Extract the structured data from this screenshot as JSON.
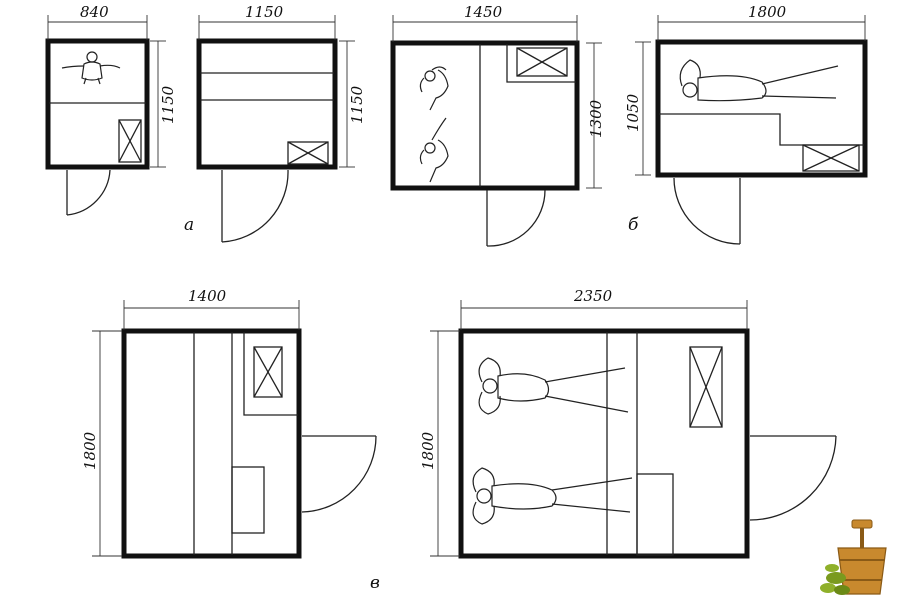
{
  "dimensions": {
    "a1_width": "840",
    "a1_height": "1150",
    "a2_width": "1150",
    "a2_height": "1150",
    "b1_width": "1450",
    "b1_height": "1300",
    "b2_width": "1800",
    "b2_height": "1050",
    "v1_width": "1400",
    "v1_height": "1800",
    "v2_width": "2350",
    "v2_height": "1800"
  },
  "captions": {
    "a": "а",
    "b": "б",
    "v": "в"
  },
  "icons": {
    "stove": "stove-crossed-box-icon",
    "door": "door-swing-arc-icon",
    "person": "person-figure-icon",
    "logo": "sauna-bucket-broom-logo-icon"
  },
  "colors": {
    "ink": "#111111",
    "logo_wood": "#c8892e",
    "logo_leaf": "#7a9a1e"
  }
}
